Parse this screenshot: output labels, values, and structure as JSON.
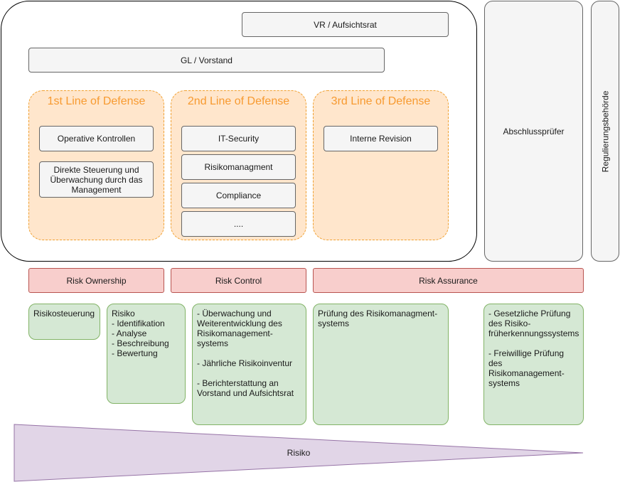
{
  "top_boxes": {
    "vr": "VR / Aufsichtsrat",
    "gl": "GL / Vorstand"
  },
  "side_boxes": {
    "abschlusspruefer": "Abschlussprüfer",
    "regulierung": "Regulierungsbehörde"
  },
  "lines": [
    {
      "title": "1st Line of Defense",
      "items": [
        "Operative Kontrollen",
        "Direkte Steuerung und Überwachung durch das Management"
      ]
    },
    {
      "title": "2nd Line of Defense",
      "items": [
        "IT-Security",
        "Risikomanagment",
        "Compliance",
        "...."
      ]
    },
    {
      "title": "3rd Line of Defense",
      "items": [
        "Interne Revision"
      ]
    }
  ],
  "bars": {
    "ownership": "Risk Ownership",
    "control": "Risk Control",
    "assurance": "Risk Assurance"
  },
  "details": {
    "steuerung": "Risikosteuerung",
    "risiko": "Risiko\n- Identifikation\n- Analyse\n- Beschreibung\n- Bewertung",
    "control": "- Überwachung und\n  Weiterentwicklung des\n  Risikomanagement-\n  systems\n\n- Jährliche Risikoinventur\n\n- Berichterstattung an\n  Vorstand und Aufsichtsrat",
    "pruefung": "Prüfung des Risikomanagment-\nsystems",
    "gesetzlich": "- Gesetzliche Prüfung\ndes Risiko-\nfrüherkennungssystems\n\n- Freiwillige Prüfung\ndes Risikomanagement-\nsystems"
  },
  "triangle": {
    "label": "Risiko",
    "fill": "#e1d5e7",
    "stroke": "#9673a6"
  },
  "colors": {
    "lod_fill": "#ffe6cc",
    "lod_title": "#f79a30",
    "risk_fill": "#f8cecc",
    "detail_fill": "#d5e8d4"
  }
}
